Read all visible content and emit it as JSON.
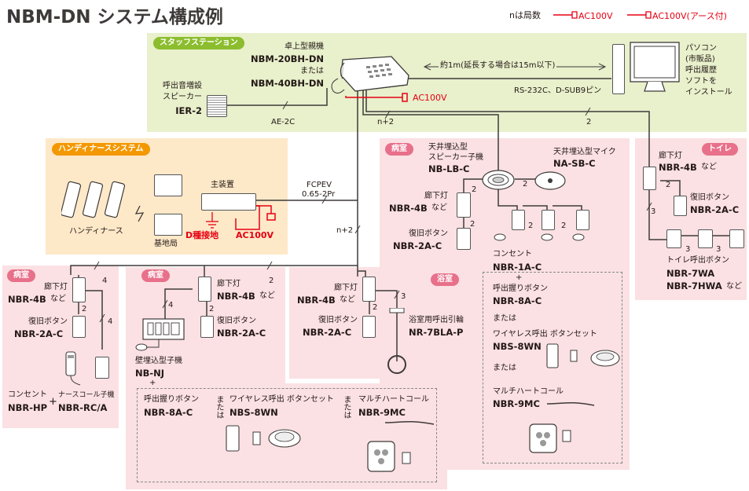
{
  "title": "NBM-DN システム構成例",
  "legend": {
    "n_label": "nは局数",
    "ac100v": "AC100V",
    "ac100v_earth": "AC100V(アース付)",
    "red": "#e60012"
  },
  "colors": {
    "staff_bg": "#e8f0cc",
    "staff_tag": "#8cbd2e",
    "handy_bg": "#fde8c8",
    "handy_tag": "#f39800",
    "room_bg": "#fbe1e3",
    "room_tag": "#e8708a"
  },
  "staff": {
    "tag": "スタッフステーション",
    "master_label": "卓上型親機",
    "master_model1": "NBM-20BH-DN",
    "master_or": "または",
    "master_model2": "NBM-40BH-DN",
    "speaker_label1": "呼出音増設",
    "speaker_label2": "スピーカー",
    "speaker_model": "IER-2",
    "ae2c": "AE-2C",
    "ac100v": "AC100V",
    "distance": "約1m(延長する場合は15m以下)",
    "rs232c": "RS-232C、D-SUB9ピン",
    "pc1": "パソコン",
    "pc2": "(市販品)",
    "pc3": "呼出履歴",
    "pc4": "ソフトを",
    "pc5": "インストール",
    "n2": "n+2",
    "two": "2"
  },
  "handy": {
    "tag": "ハンディナースシステム",
    "main_unit": "主装置",
    "nurse": "ハンディナース",
    "base": "基地局",
    "earth": "D種接地",
    "ac100v": "AC100V",
    "fcpev1": "FCPEV",
    "fcpev2": "0.65-2Pr",
    "n2": "n+2"
  },
  "room_ceiling": {
    "tag": "病室",
    "spk_label1": "天井埋込型",
    "spk_label2": "スピーカー子機",
    "spk_model": "NB-LB-C",
    "mic_label": "天井埋込型マイク",
    "mic_model": "NA-SB-C",
    "corridor": "廊下灯",
    "corridor_model": "NBR-4B",
    "nado": "など",
    "reset": "復旧ボタン",
    "reset_model": "NBR-2A-C",
    "two": "2"
  },
  "room_ceiling_options": {
    "outlet": "コンセント",
    "outlet_model": "NBR-1A-C",
    "plus": "+",
    "grip": "呼出握りボタン",
    "grip_model": "NBR-8A-C",
    "or": "または",
    "wireless": "ワイヤレス呼出 ボタンセット",
    "wireless_model": "NBS-8WN",
    "multi": "マルチハートコール",
    "multi_model": "NBR-9MC"
  },
  "toilet": {
    "tag": "トイレ",
    "corridor": "廊下灯",
    "corridor_model": "NBR-4B",
    "nado": "など",
    "reset": "復旧ボタン",
    "reset_model": "NBR-2A-C",
    "call": "トイレ呼出ボタン",
    "call_model1": "NBR-7WA",
    "call_model2": "NBR-7HWA",
    "nado2": "など",
    "two": "2",
    "three": "3"
  },
  "room_left": {
    "tag": "病室",
    "corridor": "廊下灯",
    "corridor_model": "NBR-4B",
    "nado": "など",
    "reset": "復旧ボタン",
    "reset_model": "NBR-2A-C",
    "outlet": "コンセント",
    "outlet_model": "NBR-HP",
    "plus": "+",
    "nurse_call": "ナースコール子機",
    "nurse_call_model": "NBR-RC/A",
    "four": "4",
    "two": "2"
  },
  "room_mid": {
    "tag": "病室",
    "corridor": "廊下灯",
    "corridor_model": "NBR-4B",
    "nado": "など",
    "reset": "復旧ボタン",
    "reset_model": "NBR-2A-C",
    "wall": "壁埋込型子機",
    "wall_model": "NB-NJ",
    "plus": "+",
    "four": "4",
    "two": "2"
  },
  "room_mid_options": {
    "grip": "呼出握りボタン",
    "grip_model": "NBR-8A-C",
    "or": "または",
    "wireless": "ワイヤレス呼出 ボタンセット",
    "wireless_model": "NBS-8WN",
    "multi": "マルチハートコール",
    "multi_model": "NBR-9MC"
  },
  "bath": {
    "tag": "浴室",
    "corridor": "廊下灯",
    "corridor_model": "NBR-4B",
    "nado": "など",
    "reset": "復旧ボタン",
    "reset_model": "NBR-2A-C",
    "pull": "浴室用呼出引輪",
    "pull_model": "NR-7BLA-P",
    "three": "3",
    "two": "2"
  }
}
